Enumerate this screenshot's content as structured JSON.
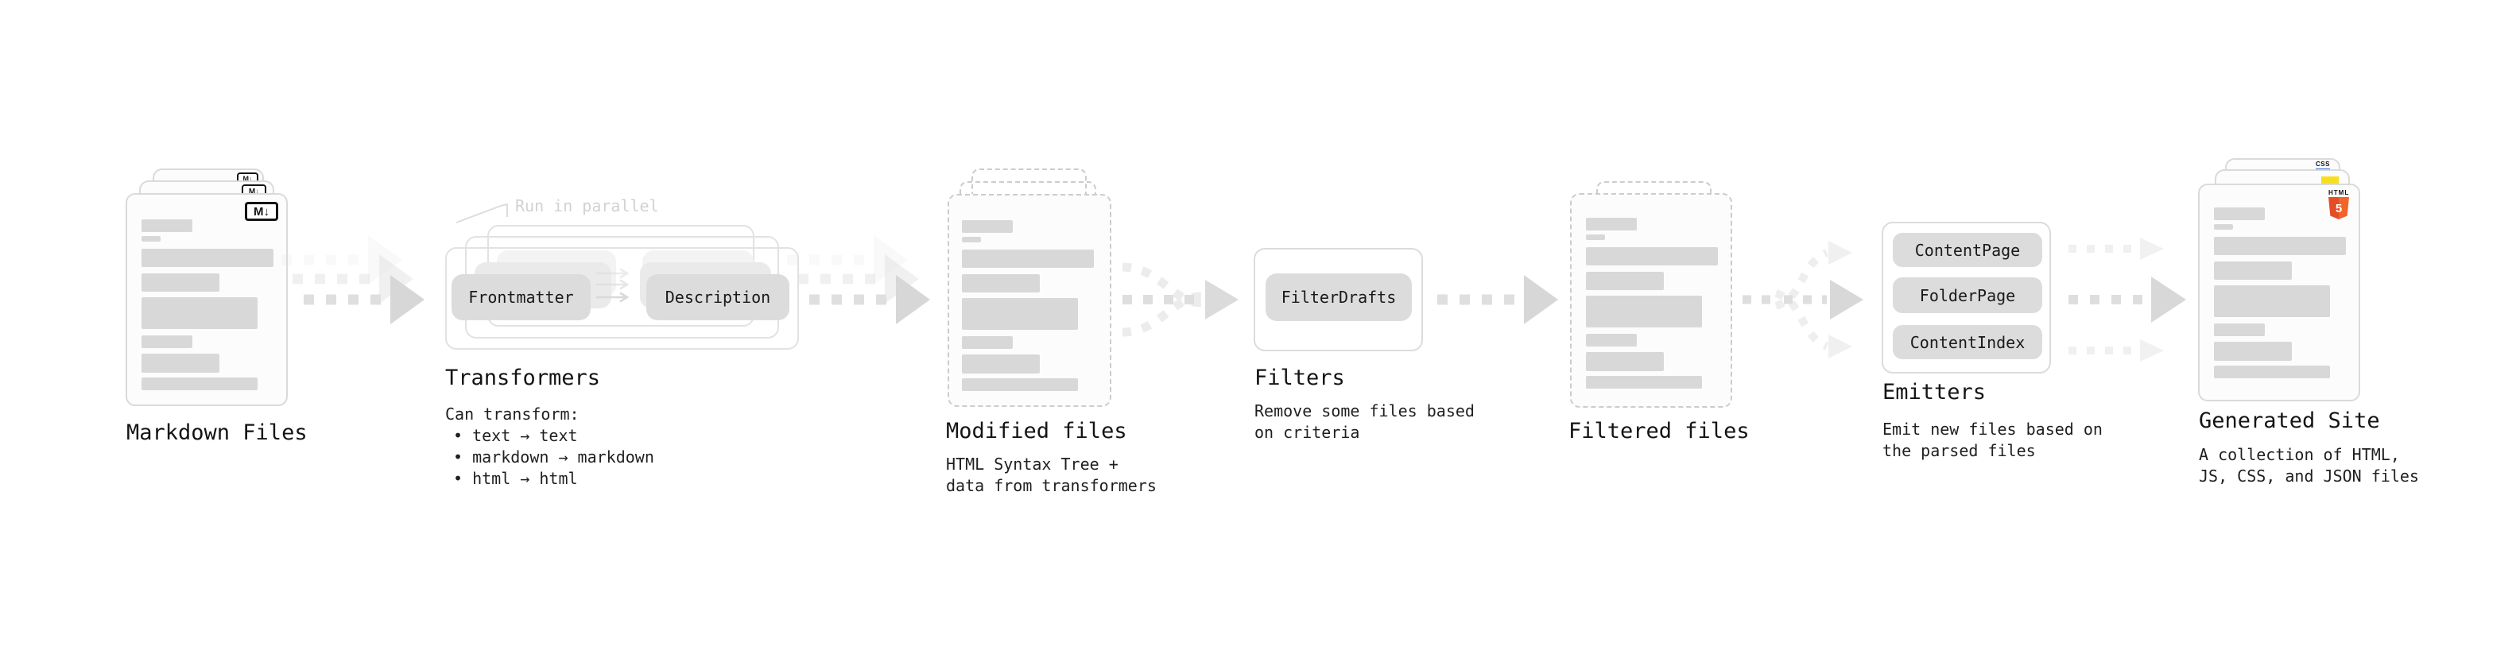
{
  "diagram": {
    "markdown_files": {
      "label": "Markdown Files",
      "file_badge": "M↓"
    },
    "transformers": {
      "annotation": "Run in parallel",
      "pill_left": "Frontmatter",
      "pill_right": "Description",
      "heading": "Transformers",
      "caption_title": "Can transform:",
      "bullets": [
        "text → text",
        "markdown → markdown",
        "html → html"
      ]
    },
    "modified_files": {
      "heading": "Modified files",
      "caption": "HTML Syntax Tree +\ndata from transformers"
    },
    "filters": {
      "heading": "Filters",
      "pill": "FilterDrafts",
      "caption": "Remove some files based\non criteria"
    },
    "filtered_files": {
      "heading": "Filtered files"
    },
    "emitters": {
      "heading": "Emitters",
      "pills": [
        "ContentPage",
        "FolderPage",
        "ContentIndex"
      ],
      "caption": "Emit new files based on\nthe parsed files"
    },
    "generated_site": {
      "heading": "Generated Site",
      "caption": "A collection of HTML,\nJS, CSS, and JSON files",
      "css_badge": "CSS",
      "html_badge_label": "HTML",
      "html_badge_number": "5"
    }
  },
  "colors": {
    "html_orange": "#e44d26",
    "html_orange_light": "#f16529",
    "js_yellow": "#f7df1e",
    "css_blue": "#2b6fdd",
    "bar_gray": "#d8d8d8",
    "arrow_gray": "#dfdfdf",
    "text": "#1a1a1a",
    "muted": "#d2d2d2"
  }
}
